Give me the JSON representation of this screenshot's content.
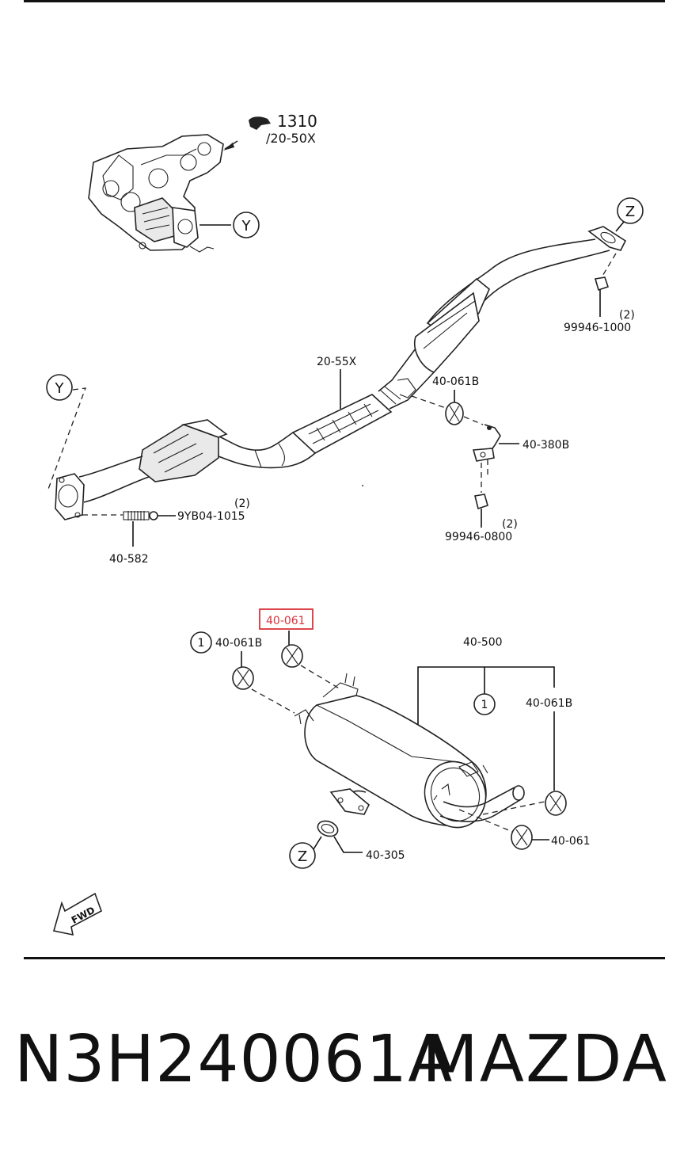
{
  "labels": {
    "ref_1310": "1310",
    "ref_20_50x": "/20-50X",
    "callout_y_top": "Y",
    "callout_z_top": "Z",
    "callout_y_left": "Y",
    "qty_99946_1000": "(2)",
    "part_99946_1000": "99946-1000",
    "part_20_55x": "20-55X",
    "part_40_061b_upper": "40-061B",
    "part_40_380b": "40-380B",
    "qty_9yb04": "(2)",
    "part_9yb04_1015": "9YB04-1015",
    "part_40_582": "40-582",
    "qty_99946_0800": "(2)",
    "part_99946_0800": "99946-0800",
    "part_40_061_highlight": "40-061",
    "callout_1_left": "1",
    "part_40_061b_left": "40-061B",
    "part_40_500": "40-500",
    "callout_1_right": "1",
    "part_40_061b_right": "40-061B",
    "part_40_061_right": "40-061",
    "callout_z_bottom": "Z",
    "part_40_305": "40-305",
    "fwd": "FWD"
  },
  "footer": {
    "part_number": "N3H240061A",
    "brand": "MAZDA"
  },
  "colors": {
    "highlight": "#d9343b",
    "ink": "#111111"
  }
}
